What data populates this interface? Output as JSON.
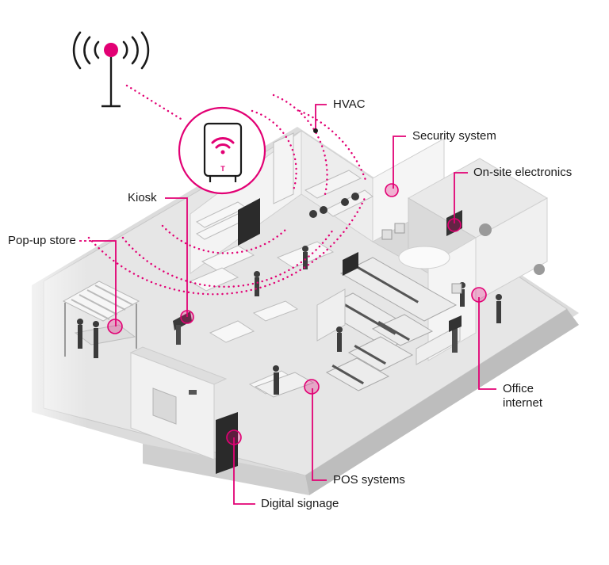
{
  "colors": {
    "accent": "#E20074",
    "line": "#1a1a1a",
    "floor": "#e4e4e4",
    "wall_light": "#f2f2f2",
    "wall_mid": "#d2d2d2",
    "wall_dark": "#b8b8b8"
  },
  "icons": {
    "antenna": "cell-tower-icon",
    "router": "wifi-router-icon"
  },
  "labels": {
    "hvac": "HVAC",
    "security": "Security system",
    "onsite": "On-site electronics",
    "kiosk": "Kiosk",
    "popup": "Pop-up store",
    "office_line1": "Office",
    "office_line2": "internet",
    "pos": "POS systems",
    "signage": "Digital signage"
  },
  "router_logo": "T"
}
